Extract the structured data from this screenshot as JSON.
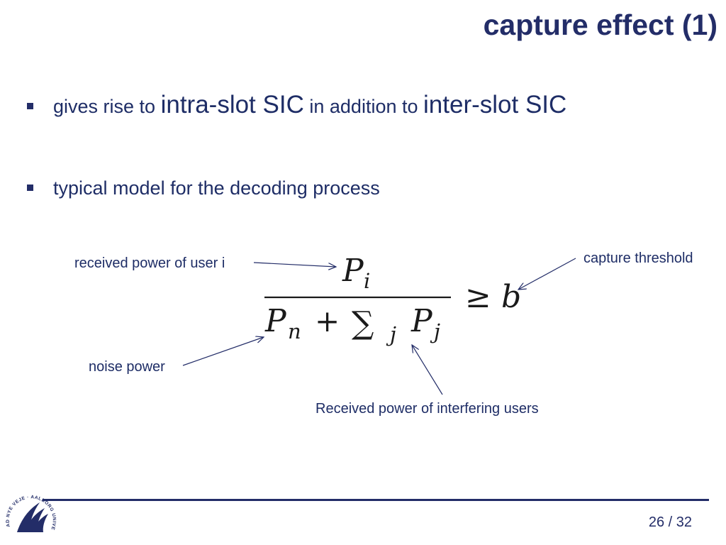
{
  "title": "capture effect (1)",
  "bullets": [
    {
      "part1": "gives rise to",
      "part2": "intra-slot SIC",
      "part3": "in addition to",
      "part4": "inter-slot SIC"
    },
    {
      "text": "typical model for the decoding process"
    }
  ],
  "equation": {
    "numerator_var": "P",
    "numerator_sub": "i",
    "den_var1": "P",
    "den_sub1": "n",
    "plus": "+",
    "sum": "∑",
    "sum_sub": "j",
    "den_var2": "P",
    "den_sub2": "j",
    "relation": "≥",
    "threshold_var": "b"
  },
  "annotations": {
    "received_power_user": "received power of user i",
    "capture_threshold": "capture threshold",
    "noise_power": "noise power",
    "interfering_power": "Received power of interfering users"
  },
  "footer": {
    "page": "26 / 32"
  },
  "logo": {
    "name": "Aalborg University",
    "text": "AD NYE VEJE · AALBORG UNIVERSITET"
  },
  "colors": {
    "primary": "#232d68",
    "text": "#1e2d66",
    "math": "#1a1a1a"
  }
}
